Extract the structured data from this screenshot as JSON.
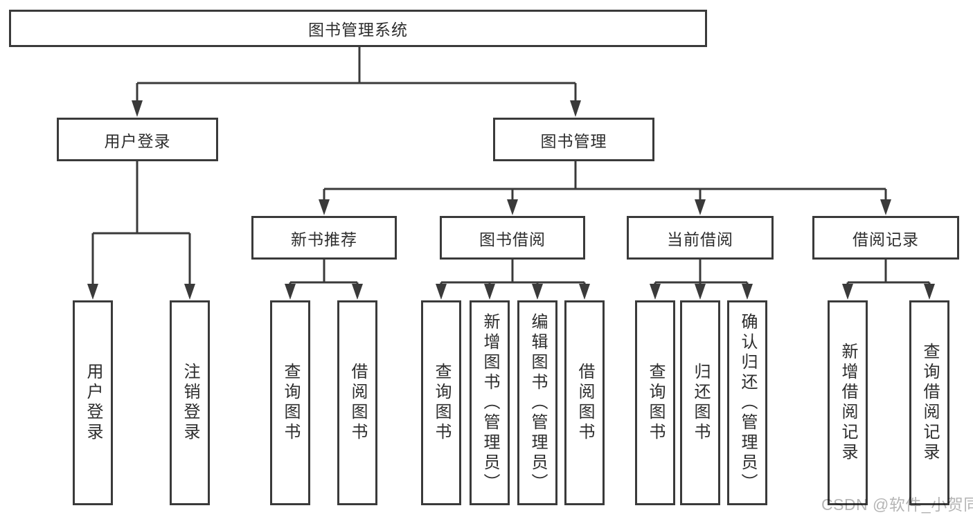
{
  "tree": {
    "root": "图书管理系统",
    "branches": [
      {
        "label": "用户登录",
        "children": [
          "用户登录",
          "注销登录"
        ]
      },
      {
        "label": "图书管理",
        "children": [
          {
            "label": "新书推荐",
            "children": [
              "查询图书",
              "借阅图书"
            ]
          },
          {
            "label": "图书借阅",
            "children": [
              "查询图书",
              "新增图书（管理员）",
              "编辑图书（管理员）",
              "借阅图书"
            ]
          },
          {
            "label": "当前借阅",
            "children": [
              "查询图书",
              "归还图书",
              "确认归还（管理员）"
            ]
          },
          {
            "label": "借阅记录",
            "children": [
              "新增借阅记录",
              "查询借阅记录"
            ]
          }
        ]
      }
    ]
  },
  "watermark": "CSDN @软件_小贺同学",
  "colors": {
    "line": "#3a3a3a",
    "box_border": "#3a3a3a",
    "box_fill": "#ffffff",
    "text": "#2d2d2d",
    "watermark": "#b5b5b5",
    "background": "#ffffff"
  }
}
